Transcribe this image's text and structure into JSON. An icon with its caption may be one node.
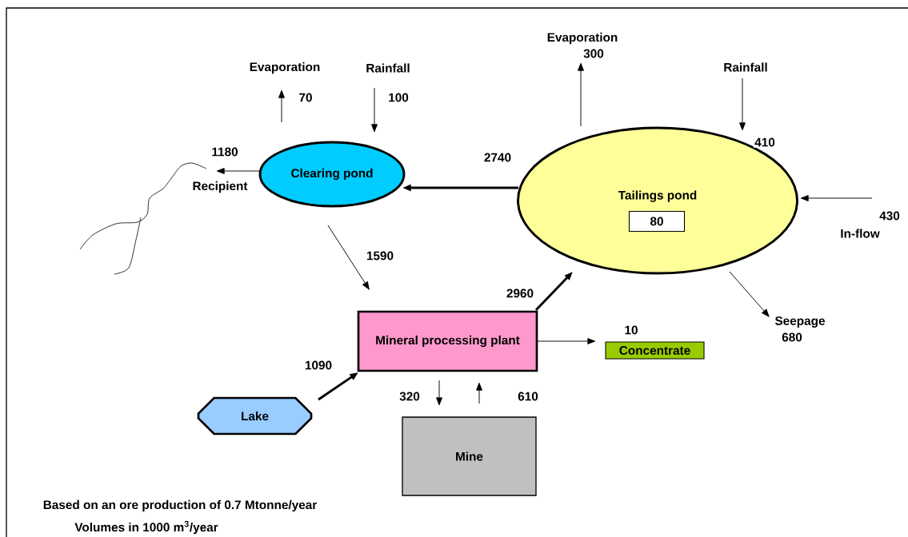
{
  "diagram": {
    "nodes": [
      {
        "text": [
          "Clearing pond"
        ]
      },
      {
        "text": [
          "Tailings pond"
        ]
      },
      {
        "text": [
          "80"
        ],
        "in": 1
      },
      {
        "text": [
          "Mineral processing plant"
        ]
      },
      {
        "text": [
          "Concentrate"
        ]
      },
      {
        "text": [
          "Lake"
        ]
      },
      {
        "text": [
          "Mine"
        ]
      },
      {
        "text": [
          "Evaporation"
        ]
      },
      {
        "text": [
          "Rainfall"
        ]
      },
      {
        "text": [
          "Recipient"
        ]
      },
      {
        "text": [
          "Evaporation"
        ]
      },
      {
        "text": [
          "Rainfall"
        ]
      },
      {
        "text": [
          "In-flow"
        ]
      },
      {
        "text": [
          "Seepage"
        ]
      }
    ],
    "edges": [
      {
        "from": 0,
        "to": 7,
        "arrow": "to",
        "label": "70"
      },
      {
        "from": 8,
        "to": 0,
        "arrow": "to",
        "label": "100"
      },
      {
        "from": 0,
        "to": 9,
        "arrow": "to",
        "label": "1180"
      },
      {
        "from": 1,
        "to": 0,
        "arrow": "to",
        "label": "2740",
        "style": "thick"
      },
      {
        "from": 1,
        "to": 10,
        "arrow": "to",
        "label": "300"
      },
      {
        "from": 11,
        "to": 1,
        "arrow": "to",
        "label": "410"
      },
      {
        "from": 12,
        "to": 1,
        "arrow": "to",
        "label": "430"
      },
      {
        "from": 1,
        "to": 13,
        "arrow": "to",
        "label": "680"
      },
      {
        "from": 0,
        "to": 3,
        "arrow": "to",
        "label": "1590"
      },
      {
        "from": 3,
        "to": 1,
        "arrow": "to",
        "label": "2960",
        "style": "thick"
      },
      {
        "from": 3,
        "to": 4,
        "arrow": "to",
        "label": "10"
      },
      {
        "from": 5,
        "to": 3,
        "arrow": "to",
        "label": "1090",
        "style": "thick"
      },
      {
        "from": 3,
        "to": 6,
        "arrow": "to",
        "label": "320"
      },
      {
        "from": 6,
        "to": 3,
        "arrow": "to",
        "label": "610"
      }
    ],
    "labels": [
      "Based on an ore production of 0.7 Mtonne/year",
      "Volumes in 1000 m$^{3}$/year"
    ]
  }
}
